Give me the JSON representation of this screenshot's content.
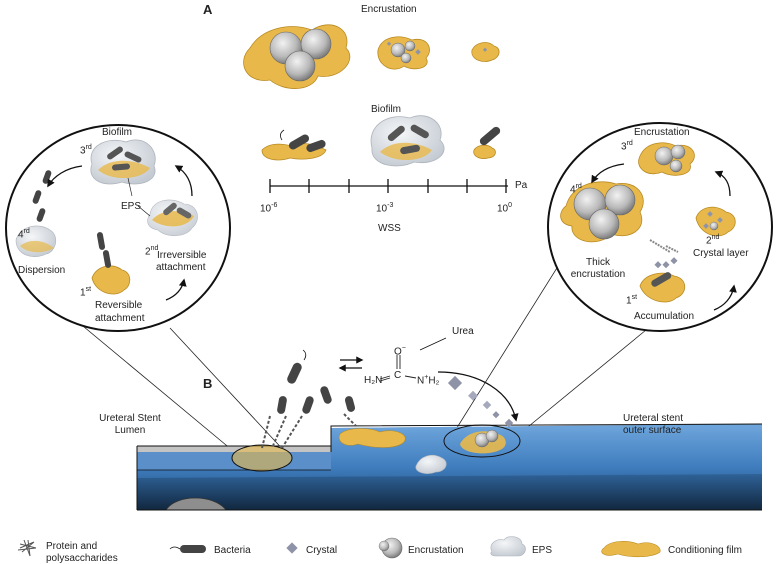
{
  "panels": {
    "a": "A",
    "b": "B"
  },
  "top": {
    "encrustation": "Encrustation",
    "biofilm": "Biofilm"
  },
  "axis": {
    "ticks": [
      "10",
      "10",
      "10"
    ],
    "exponents": [
      "-6",
      "-3",
      "0"
    ],
    "unit": "Pa",
    "label": "WSS"
  },
  "left_circle": {
    "title": "Biofilm",
    "eps": "EPS",
    "dispersion": "Dispersion",
    "irreversible": [
      "Irreversible",
      "attachment"
    ],
    "reversible": [
      "Reversible",
      "attachment"
    ],
    "ordinals": [
      {
        "n": "1",
        "s": "st"
      },
      {
        "n": "2",
        "s": "nd"
      },
      {
        "n": "3",
        "s": "rd"
      },
      {
        "n": "4",
        "s": "rd"
      }
    ]
  },
  "right_circle": {
    "title": "Encrustation",
    "thick": [
      "Thick",
      "encrustation"
    ],
    "crystal_layer": "Crystal layer",
    "accumulation": "Accumulation",
    "ordinals": [
      {
        "n": "1",
        "s": "st"
      },
      {
        "n": "2",
        "s": "nd"
      },
      {
        "n": "3",
        "s": "rd"
      },
      {
        "n": "4",
        "s": "rd"
      }
    ]
  },
  "urea": {
    "label": "Urea",
    "o": "O",
    "o_charge": "−",
    "c": "C",
    "h2n": "H₂N",
    "n": "N",
    "n_charge": "+",
    "h2": "H₂"
  },
  "stent": {
    "lumen": [
      "Ureteral Stent",
      "Lumen"
    ],
    "outer": [
      "Ureteral stent",
      "outer surface"
    ]
  },
  "legend": [
    {
      "icon": "protein-icon",
      "text": [
        "Protein and",
        "polysaccharides"
      ]
    },
    {
      "icon": "bacteria-icon",
      "text": [
        "Bacteria"
      ]
    },
    {
      "icon": "crystal-icon",
      "text": [
        "Crystal"
      ]
    },
    {
      "icon": "encrustation-icon",
      "text": [
        "Encrustation"
      ]
    },
    {
      "icon": "eps-icon",
      "text": [
        "EPS"
      ]
    },
    {
      "icon": "conditioning-film-icon",
      "text": [
        "Conditioning film"
      ]
    }
  ],
  "colors": {
    "film": "#e8b94a",
    "film_edge": "#b98a22",
    "stent": "#4d87c4",
    "stent_dark": "#16324f",
    "encrustation": "#b8b8b8",
    "eps": "#d9dde3",
    "crystal": "#8f93a8"
  }
}
